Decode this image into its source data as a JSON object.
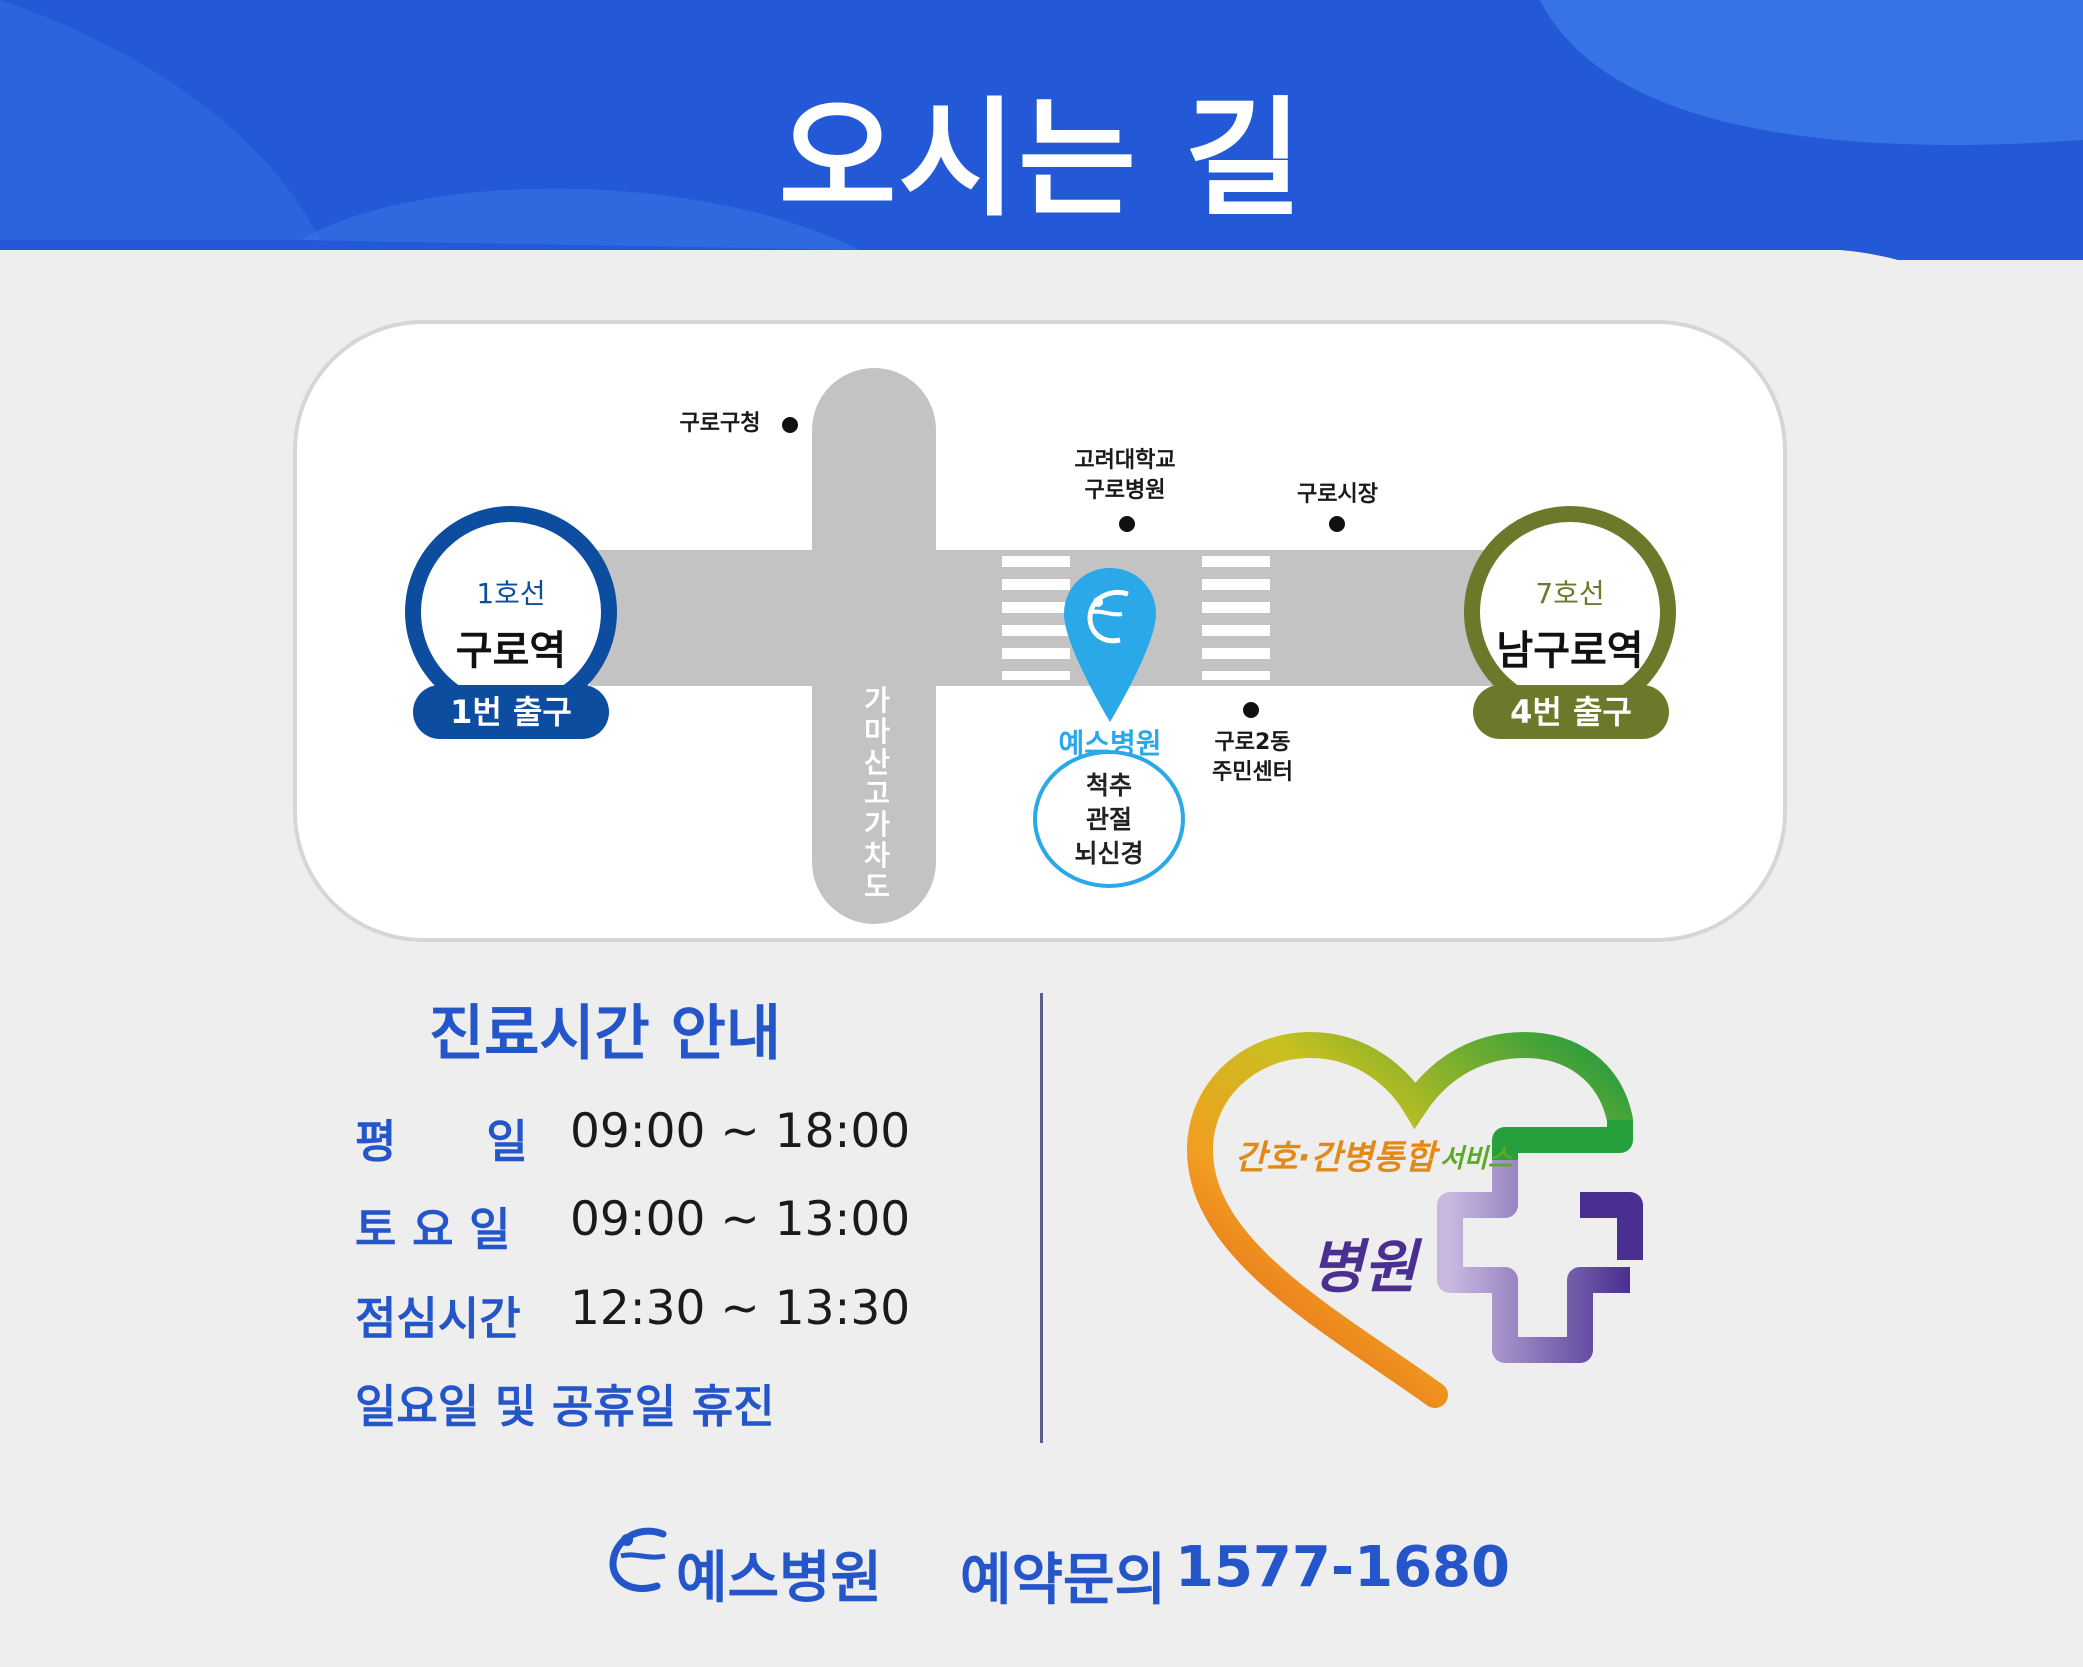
{
  "header": {
    "title": "오시는 길"
  },
  "map": {
    "vertical_road_label": "가마산고가차도",
    "landmarks": {
      "guro_office": "구로구청",
      "korea_univ_line1": "고려대학교",
      "korea_univ_line2": "구로병원",
      "guro_market": "구로시장",
      "guro2dong_line1": "구로2동",
      "guro2dong_line2": "주민센터"
    },
    "station_left": {
      "line": "1호선",
      "name": "구로역",
      "exit": "1번 출구",
      "color": "#0d4da0"
    },
    "station_right": {
      "line": "7호선",
      "name": "남구로역",
      "exit": "4번 출구",
      "color": "#6b7a2a"
    },
    "hospital": {
      "name": "예스병원",
      "specialties": [
        "척추",
        "관절",
        "뇌신경"
      ],
      "color": "#2aa8e8"
    }
  },
  "hours": {
    "title": "진료시간 안내",
    "rows": [
      {
        "label": "평　　일",
        "time": "09:00 ~ 18:00"
      },
      {
        "label": "토 요 일",
        "time": "09:00 ~ 13:00"
      },
      {
        "label": "점심시간",
        "time": "12:30 ~ 13:30"
      }
    ],
    "closed_note": "일요일 및 공휴일 휴진"
  },
  "badge": {
    "line1": "간호·간병통합",
    "line1_suffix": "서비스",
    "line2": "병원"
  },
  "footer": {
    "brand": "예스병원",
    "reservation_label": "예약문의",
    "phone": "1577-1680"
  },
  "colors": {
    "brand_blue": "#2455c9",
    "header_blue": "#2358d6",
    "hospital_cyan": "#2aa8e8"
  }
}
